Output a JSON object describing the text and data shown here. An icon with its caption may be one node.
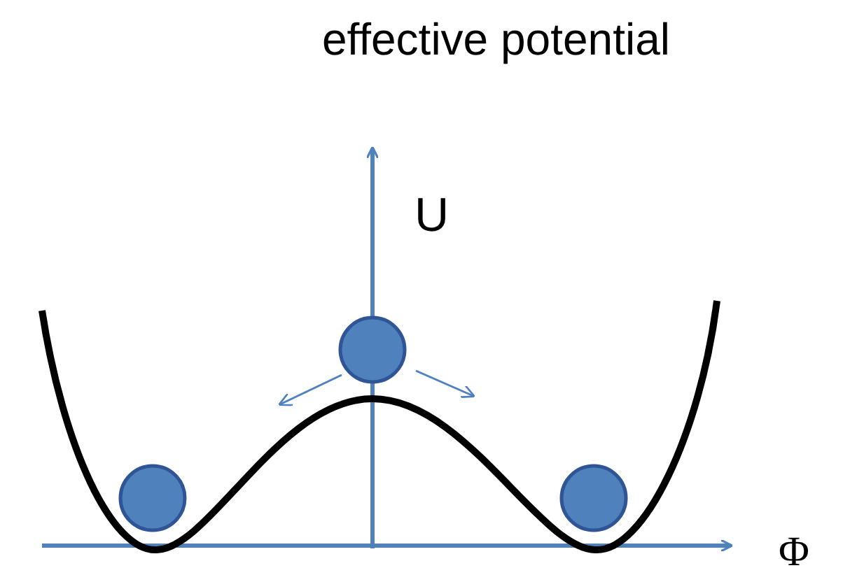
{
  "diagram": {
    "title": "effective potential",
    "labels": [
      "U",
      "Φ"
    ]
  }
}
